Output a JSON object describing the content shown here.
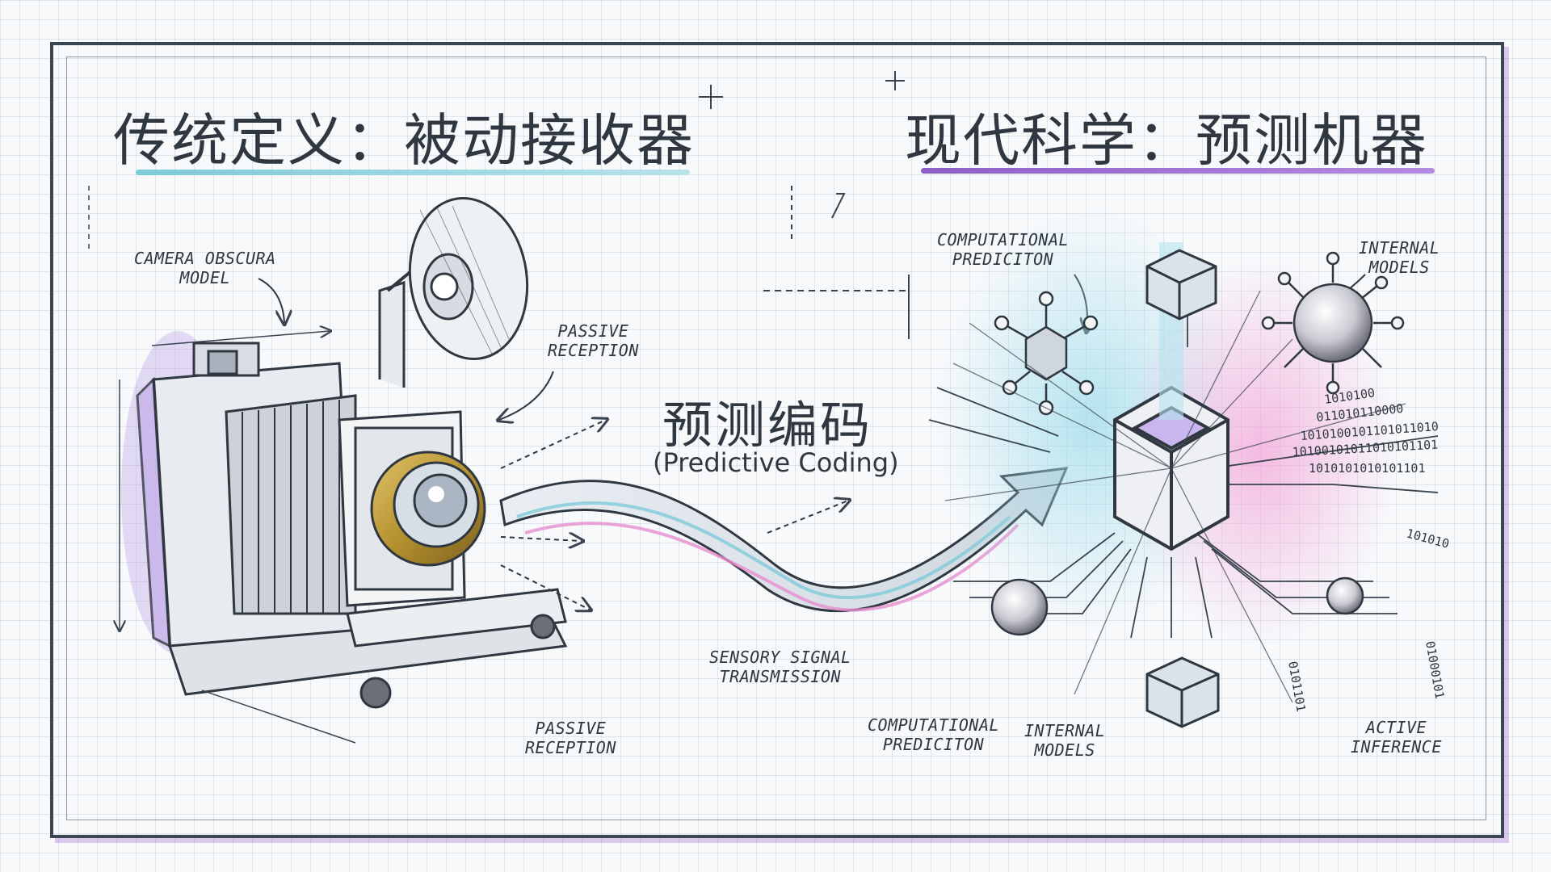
{
  "titles": {
    "left": "传统定义：被动接收器",
    "right": "现代科学：预测机器"
  },
  "center": {
    "main": "预测编码",
    "sub": "(Predictive Coding)"
  },
  "annotations": {
    "camera_obscura": "CAMERA OBSCURA\nMODEL",
    "passive_reception_top": "PASSIVE\nRECEPTION",
    "passive_reception_bottom": "PASSIVE\nRECEPTION",
    "sensory_signal": "SENSORY SIGNAL\nTRANSMISSION",
    "computational_prediction_top": "COMPUTATIONAL\nPREDICITON",
    "internal_models_top": "INTERNAL\nMODELS",
    "computational_prediction_bottom": "COMPUTATIONAL\nPREDICITON",
    "internal_models_bottom": "INTERNAL\nMODELS",
    "active_inference": "ACTIVE\nINFERENCE"
  },
  "binary_text": {
    "line1": "1010100",
    "line2": "011010110000",
    "line3": "1010100101101011010",
    "line4": "10100101011010101101",
    "line5": "1010101010101101",
    "line6": "101010",
    "line7": "01000101",
    "line8": "0101101"
  },
  "colors": {
    "ink": "#2f3740",
    "cyan_accent": "#7ecad8",
    "purple_accent": "#8d5fc7",
    "pink_glow": "#f2a6d8",
    "brass": "#b5912e"
  }
}
